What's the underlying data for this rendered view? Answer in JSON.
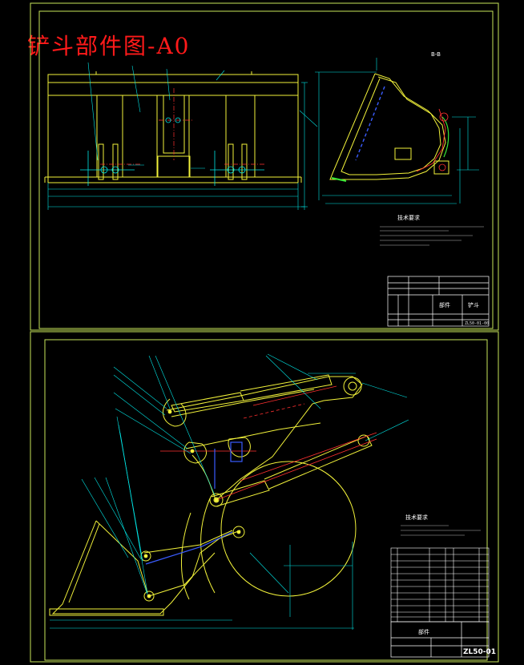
{
  "drawing": {
    "title": "铲斗部件图-A0",
    "colors": {
      "background": "#000000",
      "frame": "#c8e65a",
      "geometry": "#f2f23a",
      "dimension": "#00e5e5",
      "centerline": "#ff3030",
      "hidden": "#3a5cff",
      "title_text": "#ff1a1a"
    }
  },
  "upper_sheet": {
    "side_note": "B-B",
    "tech_heading": "技术要求",
    "title_block": {
      "part_label": "部件",
      "name": "铲斗",
      "drawing_no": "ZL50-01-00"
    }
  },
  "lower_sheet": {
    "tech_heading": "技术要求",
    "title_block": {
      "part_label": "部件",
      "drawing_no": "ZL50-01"
    }
  }
}
